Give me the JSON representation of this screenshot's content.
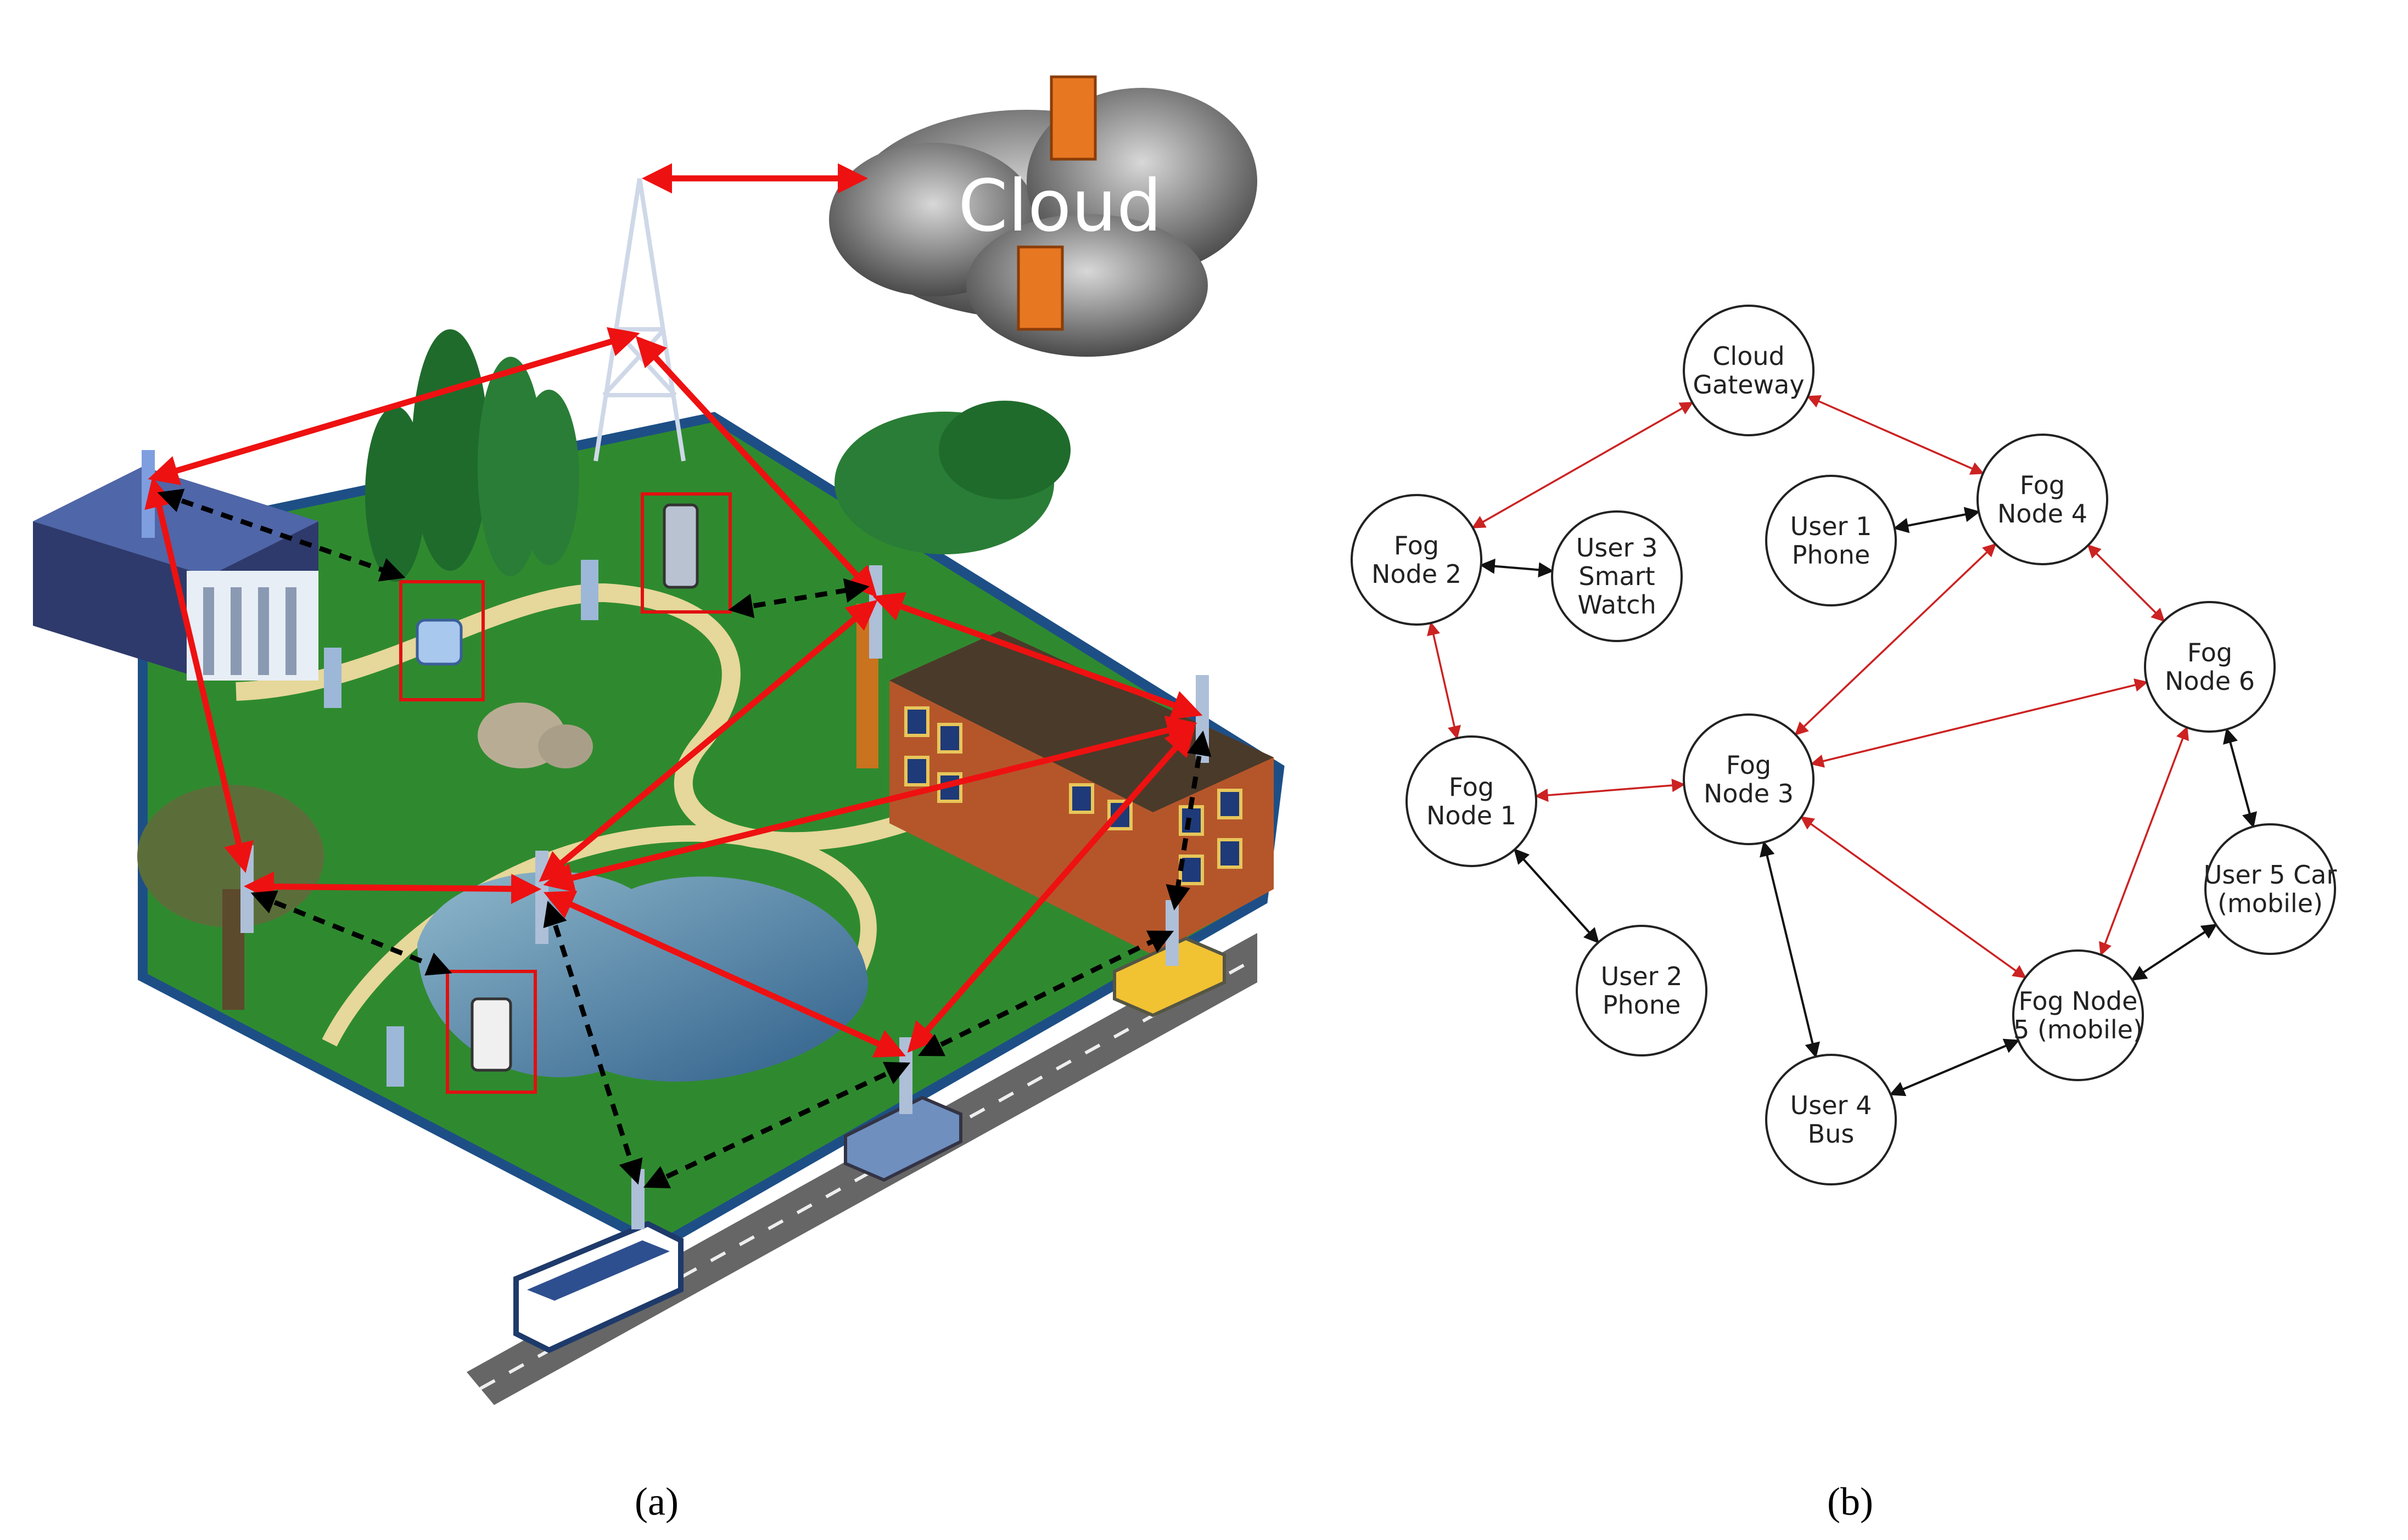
{
  "panel_a": {
    "caption": "(a)",
    "cloud_label": "Cloud"
  },
  "panel_b": {
    "caption": "(b)",
    "nodes": [
      {
        "id": "cloud",
        "lines": [
          "Cloud",
          "Gateway"
        ]
      },
      {
        "id": "fog2",
        "lines": [
          "Fog",
          "Node 2"
        ]
      },
      {
        "id": "user3",
        "lines": [
          "User 3",
          "Smart",
          "Watch"
        ]
      },
      {
        "id": "user1",
        "lines": [
          "User 1",
          "Phone"
        ]
      },
      {
        "id": "fog4",
        "lines": [
          "Fog",
          "Node 4"
        ]
      },
      {
        "id": "fog6",
        "lines": [
          "Fog",
          "Node 6"
        ]
      },
      {
        "id": "fog1",
        "lines": [
          "Fog",
          "Node 1"
        ]
      },
      {
        "id": "fog3",
        "lines": [
          "Fog",
          "Node 3"
        ]
      },
      {
        "id": "user5",
        "lines": [
          "User 5 Car",
          "(mobile)"
        ]
      },
      {
        "id": "user2",
        "lines": [
          "User 2",
          "Phone"
        ]
      },
      {
        "id": "fog5",
        "lines": [
          "Fog Node",
          "5 (mobile)"
        ]
      },
      {
        "id": "user4",
        "lines": [
          "User 4",
          "Bus"
        ]
      }
    ],
    "edges": [
      {
        "from": "cloud",
        "to": "fog2",
        "kind": "red"
      },
      {
        "from": "cloud",
        "to": "fog4",
        "kind": "red"
      },
      {
        "from": "fog2",
        "to": "user3",
        "kind": "black"
      },
      {
        "from": "fog2",
        "to": "fog1",
        "kind": "red"
      },
      {
        "from": "user1",
        "to": "fog4",
        "kind": "black"
      },
      {
        "from": "fog4",
        "to": "fog6",
        "kind": "red"
      },
      {
        "from": "fog4",
        "to": "fog3",
        "kind": "red"
      },
      {
        "from": "fog1",
        "to": "fog3",
        "kind": "red"
      },
      {
        "from": "fog1",
        "to": "user2",
        "kind": "black"
      },
      {
        "from": "fog3",
        "to": "fog6",
        "kind": "red"
      },
      {
        "from": "fog3",
        "to": "fog5",
        "kind": "red"
      },
      {
        "from": "fog3",
        "to": "user4",
        "kind": "black"
      },
      {
        "from": "fog6",
        "to": "fog5",
        "kind": "red"
      },
      {
        "from": "fog6",
        "to": "user5",
        "kind": "black"
      },
      {
        "from": "user5",
        "to": "fog5",
        "kind": "black"
      },
      {
        "from": "fog5",
        "to": "user4",
        "kind": "black"
      }
    ],
    "colors": {
      "red_edge": "#cc2222",
      "black_edge": "#111111"
    }
  }
}
